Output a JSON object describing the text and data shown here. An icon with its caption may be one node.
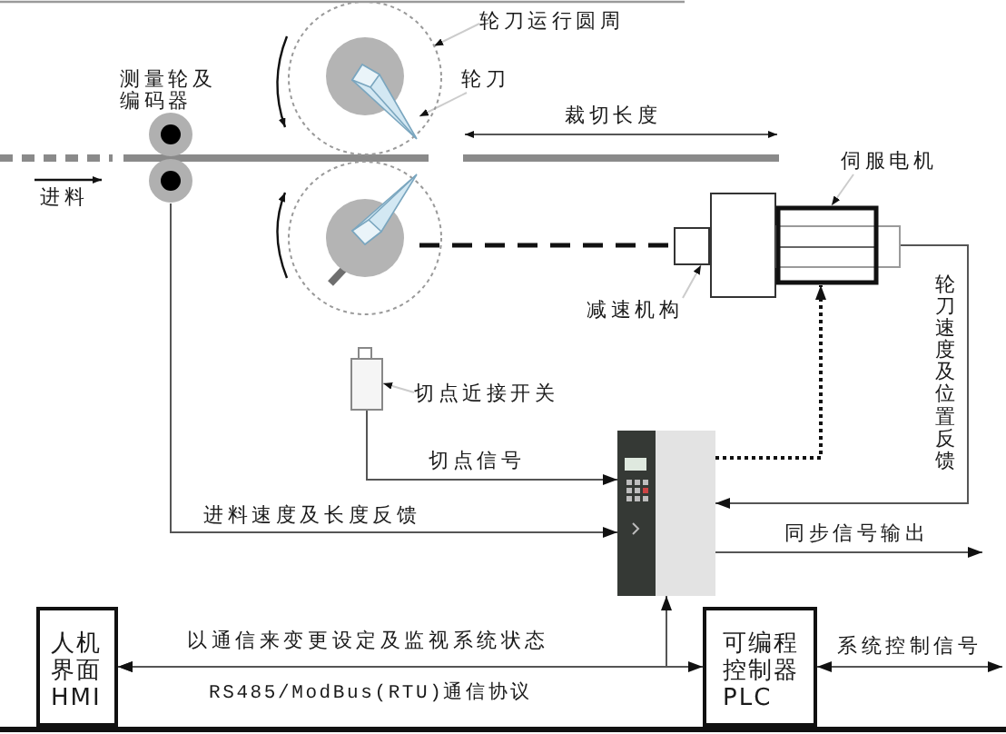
{
  "diagram": {
    "nodes": [
      {
        "text": [
          "轮刀运行圆周"
        ]
      },
      {
        "text": [],
        "shape": "circle"
      },
      {
        "text": [
          "轮刀"
        ]
      },
      {
        "text": [],
        "shape": "picture",
        "in": 1
      },
      {
        "text": [
          "测量轮及编码器"
        ]
      },
      {
        "text": [],
        "shape": "circle"
      },
      {
        "text": [],
        "shape": "picture",
        "in": 5
      },
      {
        "text": [
          "伺服电机"
        ]
      },
      {
        "text": [],
        "shape": "box"
      },
      {
        "text": [],
        "shape": "box"
      },
      {
        "text": [
          "减速机构"
        ]
      },
      {
        "text": [],
        "shape": "box"
      },
      {
        "text": [
          "切点近接开关"
        ]
      },
      {
        "text": [],
        "shape": "picture"
      },
      {
        "text": [
          "人机界面 HMI"
        ]
      },
      {
        "text": [
          "可编程控制器 PLC"
        ]
      }
    ],
    "edges": [
      {
        "from": 0,
        "to": 1,
        "arrow": "to",
        "color": "#cccccc"
      },
      {
        "from": 2,
        "to": 3,
        "arrow": "to",
        "color": "#cccccc"
      },
      {
        "from": 7,
        "to": 9,
        "arrow": "to",
        "color": "#cccccc"
      },
      {
        "from": 10,
        "to": 8,
        "arrow": "to",
        "color": "#cccccc"
      },
      {
        "from": 6,
        "to": 8,
        "arrow": "none",
        "style": "dashed",
        "color": "#111111"
      },
      {
        "from": 9,
        "to": 13,
        "arrow": "to",
        "label": "轮刀速度及位置反馈"
      },
      {
        "from": 13,
        "to": 9,
        "arrow": "to",
        "style": "dashed",
        "color": "#111111"
      },
      {
        "from": 12,
        "to": 11,
        "arrow": "to",
        "color": "#cccccc"
      },
      {
        "from": 11,
        "to": 13,
        "arrow": "to",
        "label": "切点信号"
      },
      {
        "from": 4,
        "to": 13,
        "arrow": "to",
        "label": "进料速度及长度反馈"
      },
      {
        "from": 13,
        "to": null,
        "arrow": "to",
        "label": "同步信号输出"
      },
      {
        "from": 14,
        "to": 15,
        "arrow": "both",
        "label": "以通信来变更设定及监视系统状态"
      },
      {
        "from": 14,
        "to": 13,
        "arrow": "both"
      },
      {
        "from": 15,
        "to": null,
        "arrow": "both",
        "label": "系统控制信号"
      }
    ],
    "labels": [
      "裁切长度",
      "进料",
      "RS485/ModBus(RTU)通信协议"
    ]
  }
}
